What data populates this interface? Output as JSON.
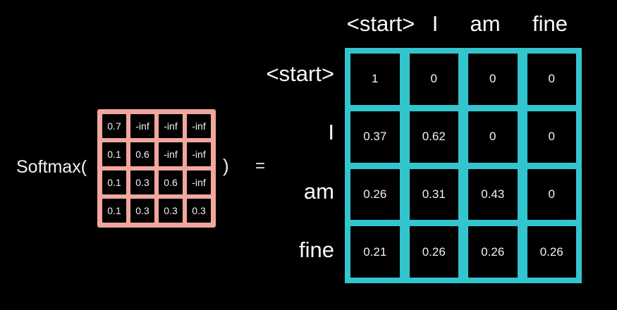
{
  "equation": {
    "function_label": "Softmax(",
    "close_paren": ")",
    "equals_sign": "="
  },
  "colors": {
    "background": "#000000",
    "input_matrix_frame": "#f1a79d",
    "output_matrix_frame": "#33c5ce",
    "text": "#f2f2f2"
  },
  "input_matrix": {
    "rows": [
      [
        "0.7",
        "-inf",
        "-inf",
        "-inf"
      ],
      [
        "0.1",
        "0.6",
        "-inf",
        "-inf"
      ],
      [
        "0.1",
        "0.3",
        "0.6",
        "-inf"
      ],
      [
        "0.1",
        "0.3",
        "0.3",
        "0.3"
      ]
    ]
  },
  "output_matrix": {
    "col_headers": [
      "<start>",
      "I",
      "am",
      "fine"
    ],
    "row_headers": [
      "<start>",
      "I",
      "am",
      "fine"
    ],
    "rows": [
      [
        "1",
        "0",
        "0",
        "0"
      ],
      [
        "0.37",
        "0.62",
        "0",
        "0"
      ],
      [
        "0.26",
        "0.31",
        "0.43",
        "0"
      ],
      [
        "0.21",
        "0.26",
        "0.26",
        "0.26"
      ]
    ]
  }
}
